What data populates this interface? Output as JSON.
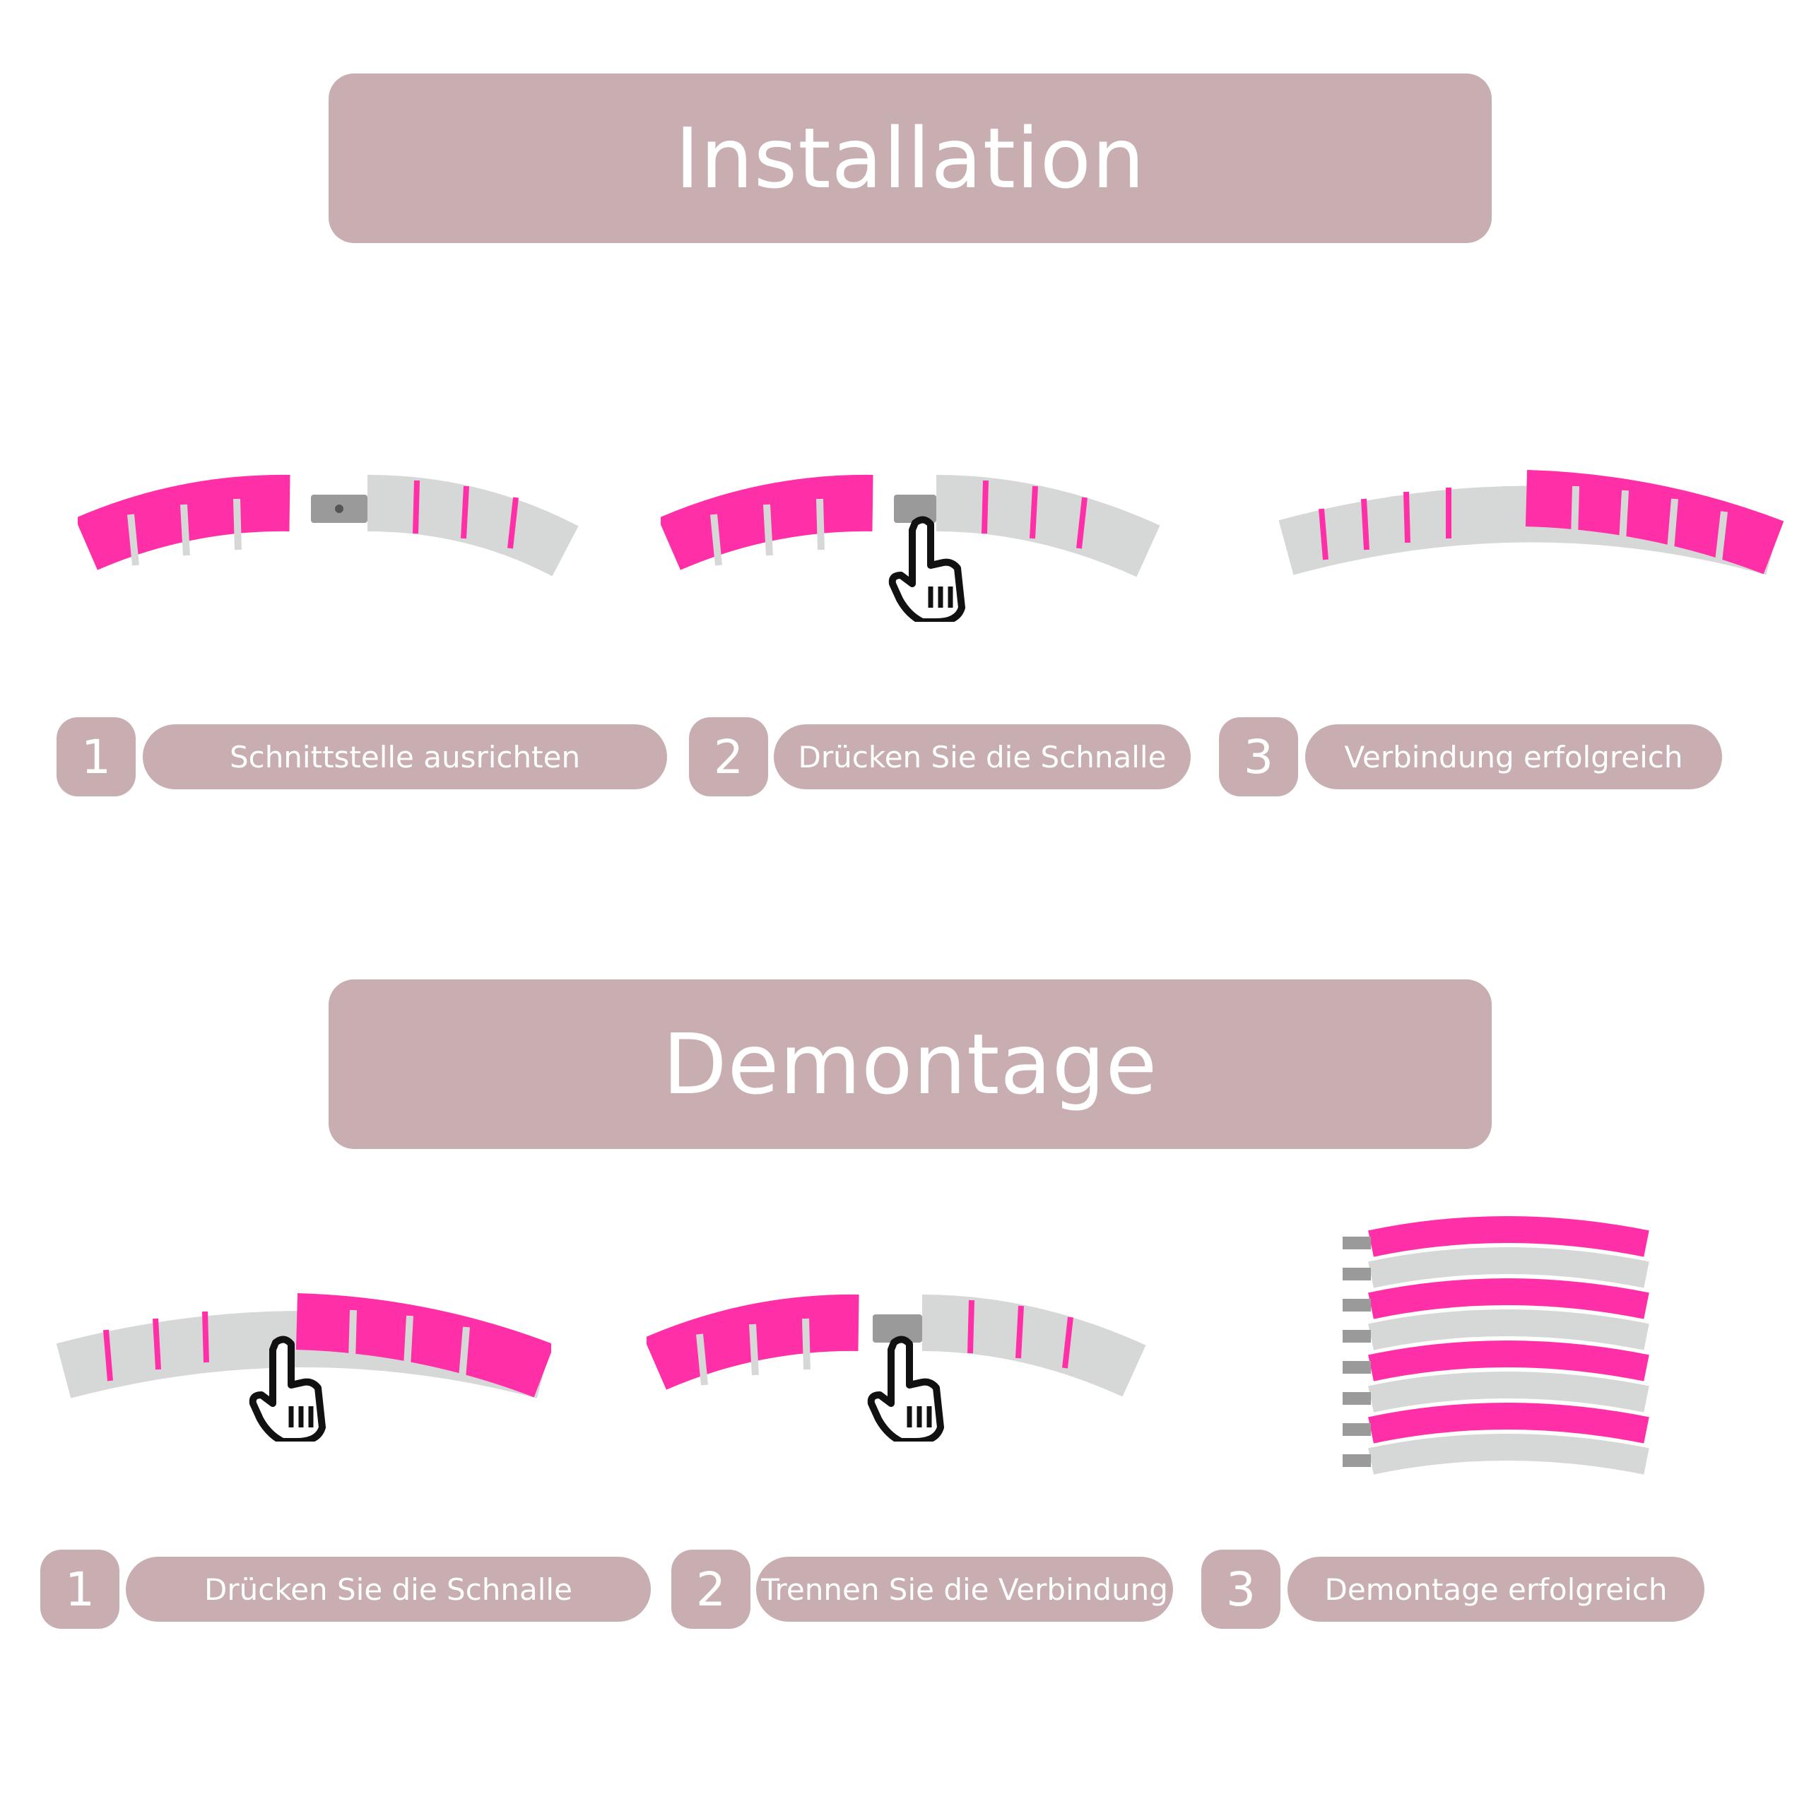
{
  "installation": {
    "title": "Installation",
    "steps": [
      {
        "number": "1",
        "label": "Schnittstelle ausrichten"
      },
      {
        "number": "2",
        "label": "Drücken Sie die Schnalle"
      },
      {
        "number": "3",
        "label": "Verbindung erfolgreich"
      }
    ]
  },
  "demontage": {
    "title": "Demontage",
    "steps": [
      {
        "number": "1",
        "label": "Drücken Sie die Schnalle"
      },
      {
        "number": "2",
        "label": "Trennen Sie die Verbindung"
      },
      {
        "number": "3",
        "label": "Demontage erfolgreich"
      }
    ]
  },
  "colors": {
    "accent": "#c8aeb0",
    "pink": "#ff2fa8",
    "grey": "#d6d8d8",
    "metal": "#9a9a9a"
  },
  "icons": [
    "pointing-hand-icon"
  ]
}
